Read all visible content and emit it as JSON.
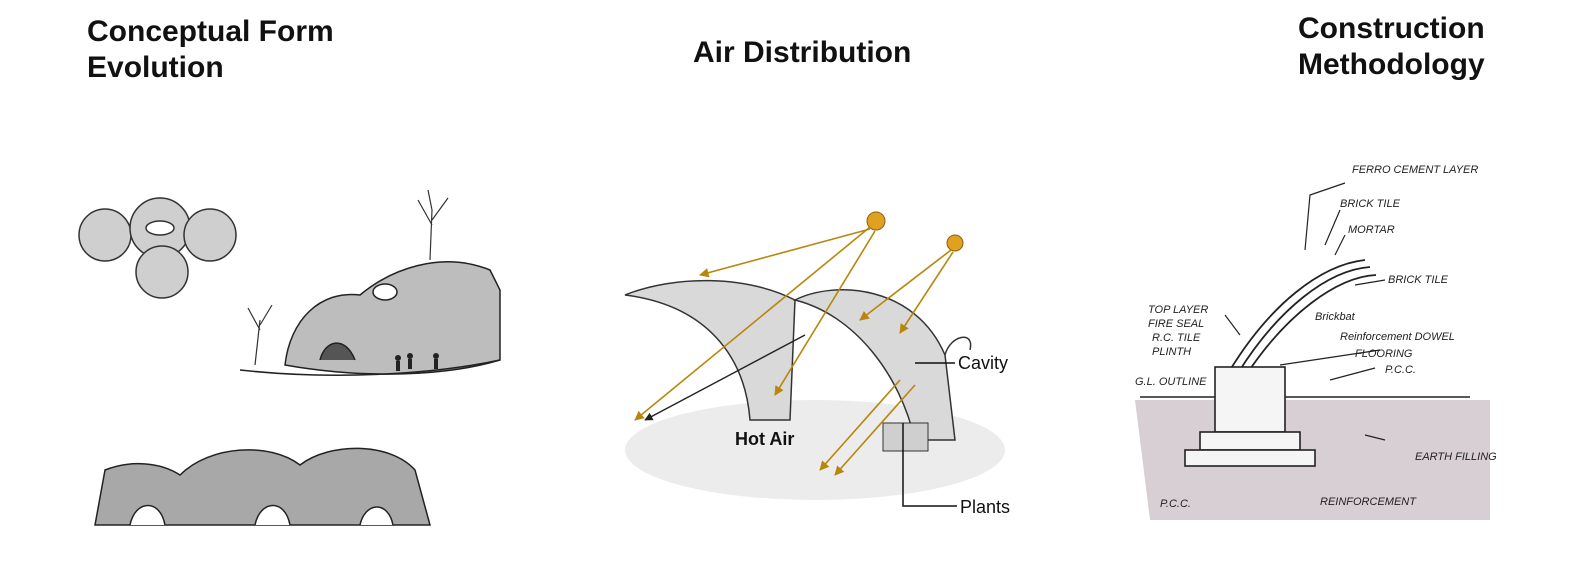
{
  "panels": {
    "form": {
      "title_line1": "Conceptual Form",
      "title_line2": "Evolution"
    },
    "air": {
      "title": "Air Distribution",
      "label_cavity": "Cavity",
      "label_hot_air": "Hot Air",
      "label_plants": "Plants"
    },
    "construction": {
      "title_line1": "Construction",
      "title_line2": "Methodology",
      "notes": {
        "ferro": "FERRO CEMENT LAYER",
        "brick_tile_top": "BRICK TILE",
        "mortar": "MORTAR",
        "brick_tile": "BRICK TILE",
        "top_layer": "TOP LAYER",
        "fire_seal": "FIRE SEAL",
        "rcc_tile": "R.C. TILE",
        "plinth": "PLINTH",
        "gl": "G.L. OUTLINE",
        "brickbat": "Brickbat",
        "reinforcement_dowel": "Reinforcement  DOWEL",
        "flooring": "FLOORING",
        "pcc_right": "P.C.C.",
        "earth_filling": "EARTH FILLING",
        "pcc": "P.C.C.",
        "reinforcement_bottom": "REINFORCEMENT"
      }
    }
  }
}
